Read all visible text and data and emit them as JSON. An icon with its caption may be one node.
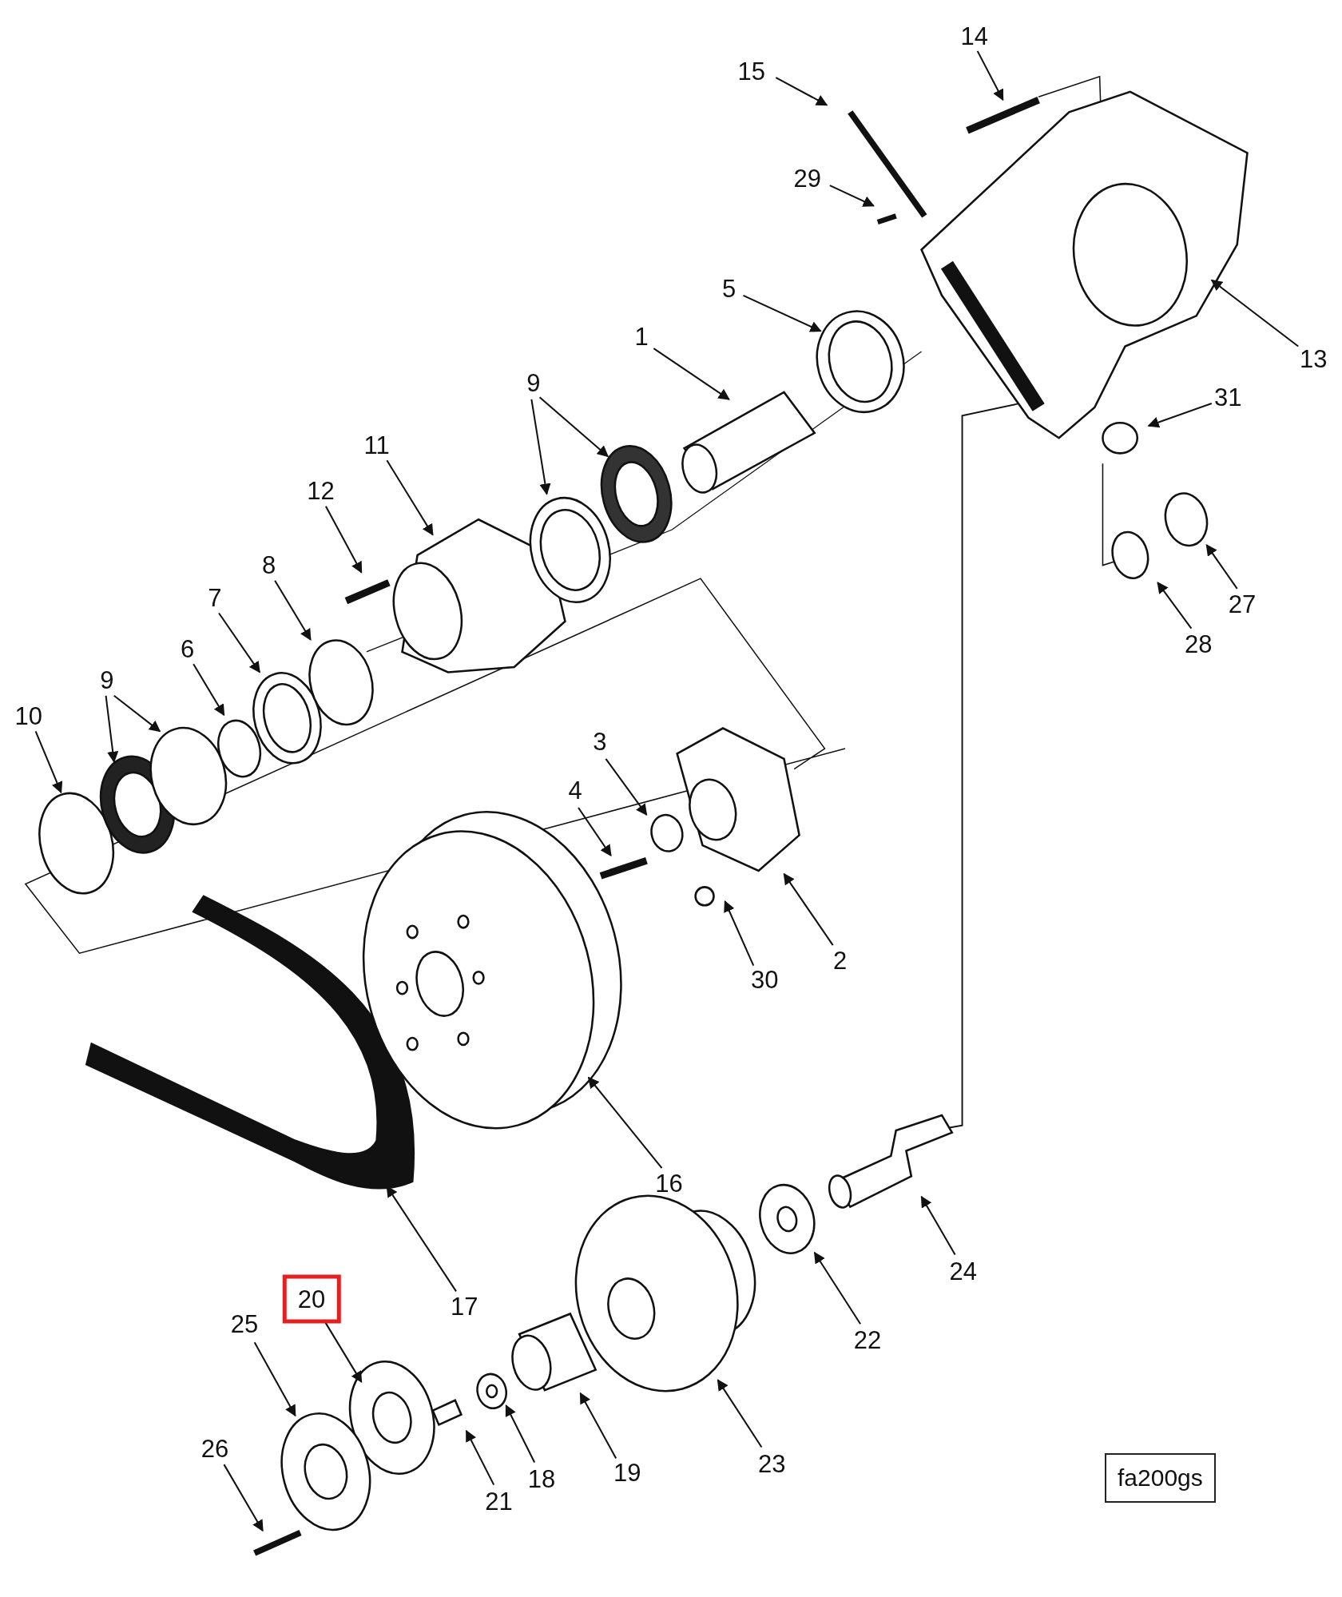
{
  "diagram": {
    "nodes": [
      {
        "text": [
          "15"
        ]
      },
      {
        "text": [
          "14"
        ]
      },
      {
        "text": [
          "29"
        ]
      },
      {
        "text": [
          "5"
        ]
      },
      {
        "text": [
          "1"
        ]
      },
      {
        "text": [
          "13"
        ]
      },
      {
        "text": [
          "9"
        ]
      },
      {
        "text": [
          "31"
        ]
      },
      {
        "text": [
          "11"
        ]
      },
      {
        "text": [
          "12"
        ]
      },
      {
        "text": [
          "27"
        ]
      },
      {
        "text": [
          "28"
        ]
      },
      {
        "text": [
          "8"
        ]
      },
      {
        "text": [
          "7"
        ]
      },
      {
        "text": [
          "6"
        ]
      },
      {
        "text": [
          "10"
        ]
      },
      {
        "text": [
          "9"
        ]
      },
      {
        "text": [
          "3"
        ]
      },
      {
        "text": [
          "4"
        ]
      },
      {
        "text": [
          "2"
        ]
      },
      {
        "text": [
          "30"
        ]
      },
      {
        "text": [
          "16"
        ]
      },
      {
        "text": [
          "17"
        ]
      },
      {
        "text": [
          "24"
        ]
      },
      {
        "text": [
          "22"
        ]
      },
      {
        "text": [
          "20"
        ]
      },
      {
        "text": [
          "25"
        ]
      },
      {
        "text": [
          "26"
        ]
      },
      {
        "text": [
          "21"
        ]
      },
      {
        "text": [
          "18"
        ]
      },
      {
        "text": [
          "19"
        ]
      },
      {
        "text": [
          "23"
        ]
      },
      {
        "text": [
          "fa200gs"
        ]
      }
    ],
    "edges": [
      {
        "from": 0,
        "to": null,
        "arrow": "to"
      },
      {
        "from": 1,
        "to": null,
        "arrow": "to"
      },
      {
        "from": 2,
        "to": null,
        "arrow": "to"
      },
      {
        "from": 3,
        "to": null,
        "arrow": "to"
      },
      {
        "from": 4,
        "to": null,
        "arrow": "to"
      },
      {
        "from": 5,
        "to": null,
        "arrow": "to"
      },
      {
        "from": 6,
        "to": null,
        "arrow": "to"
      },
      {
        "from": 6,
        "to": null,
        "arrow": "to"
      },
      {
        "from": 7,
        "to": null,
        "arrow": "to"
      },
      {
        "from": 8,
        "to": null,
        "arrow": "to"
      },
      {
        "from": 9,
        "to": null,
        "arrow": "to"
      },
      {
        "from": 10,
        "to": null,
        "arrow": "to"
      },
      {
        "from": 11,
        "to": null,
        "arrow": "to"
      },
      {
        "from": 12,
        "to": null,
        "arrow": "to"
      },
      {
        "from": 13,
        "to": null,
        "arrow": "to"
      },
      {
        "from": 14,
        "to": null,
        "arrow": "to"
      },
      {
        "from": 15,
        "to": null,
        "arrow": "to"
      },
      {
        "from": 16,
        "to": null,
        "arrow": "to"
      },
      {
        "from": 16,
        "to": null,
        "arrow": "to"
      },
      {
        "from": 17,
        "to": null,
        "arrow": "to"
      },
      {
        "from": 18,
        "to": null,
        "arrow": "to"
      },
      {
        "from": 19,
        "to": null,
        "arrow": "to"
      },
      {
        "from": 20,
        "to": null,
        "arrow": "to"
      },
      {
        "from": 21,
        "to": null,
        "arrow": "to"
      },
      {
        "from": 22,
        "to": null,
        "arrow": "to"
      },
      {
        "from": 23,
        "to": null,
        "arrow": "to"
      },
      {
        "from": 24,
        "to": null,
        "arrow": "to"
      },
      {
        "from": 25,
        "to": null,
        "arrow": "to"
      },
      {
        "from": 26,
        "to": null,
        "arrow": "to"
      },
      {
        "from": 27,
        "to": null,
        "arrow": "to"
      },
      {
        "from": 28,
        "to": null,
        "arrow": "to"
      },
      {
        "from": 29,
        "to": null,
        "arrow": "to"
      },
      {
        "from": 30,
        "to": null,
        "arrow": "to"
      },
      {
        "from": 31,
        "to": null,
        "arrow": "to"
      }
    ]
  }
}
